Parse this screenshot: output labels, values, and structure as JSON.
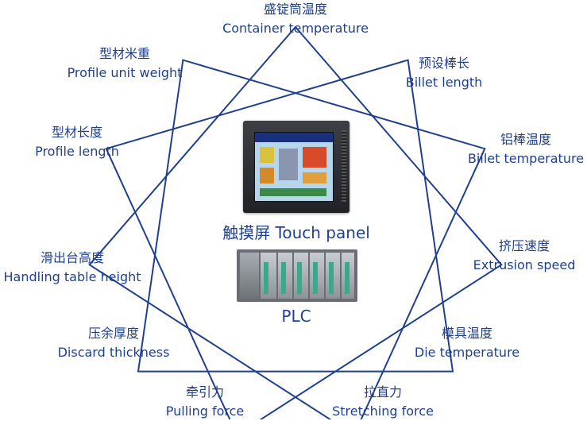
{
  "colors": {
    "line": "#1f3f8f",
    "text": "#1f3f8f"
  },
  "center": {
    "touch_panel_label": "触摸屏 Touch panel",
    "plc_label": "PLC"
  },
  "labels": [
    {
      "id": "container-temperature",
      "cn": "盛锭筒温度",
      "en": "Container temperature"
    },
    {
      "id": "billet-length",
      "cn": "预设棒长",
      "en": "Billet length"
    },
    {
      "id": "billet-temperature",
      "cn": "铝棒温度",
      "en": "Billet temperature"
    },
    {
      "id": "extrusion-speed",
      "cn": "挤压速度",
      "en": "Extrusion speed"
    },
    {
      "id": "die-temperature",
      "cn": "模具温度",
      "en": "Die temperature"
    },
    {
      "id": "stretching-force",
      "cn": "拉直力",
      "en": "Stretching force"
    },
    {
      "id": "pulling-force",
      "cn": "牵引力",
      "en": "Pulling force"
    },
    {
      "id": "discard-thickness",
      "cn": "压余厚度",
      "en": "Discard thickness"
    },
    {
      "id": "handling-table-height",
      "cn": "滑出台高度",
      "en": "Handling table height"
    },
    {
      "id": "profile-length",
      "cn": "型材长度",
      "en": "Profile length"
    },
    {
      "id": "profile-unit-weight",
      "cn": "型材米重",
      "en": "Profile unit weight"
    }
  ]
}
